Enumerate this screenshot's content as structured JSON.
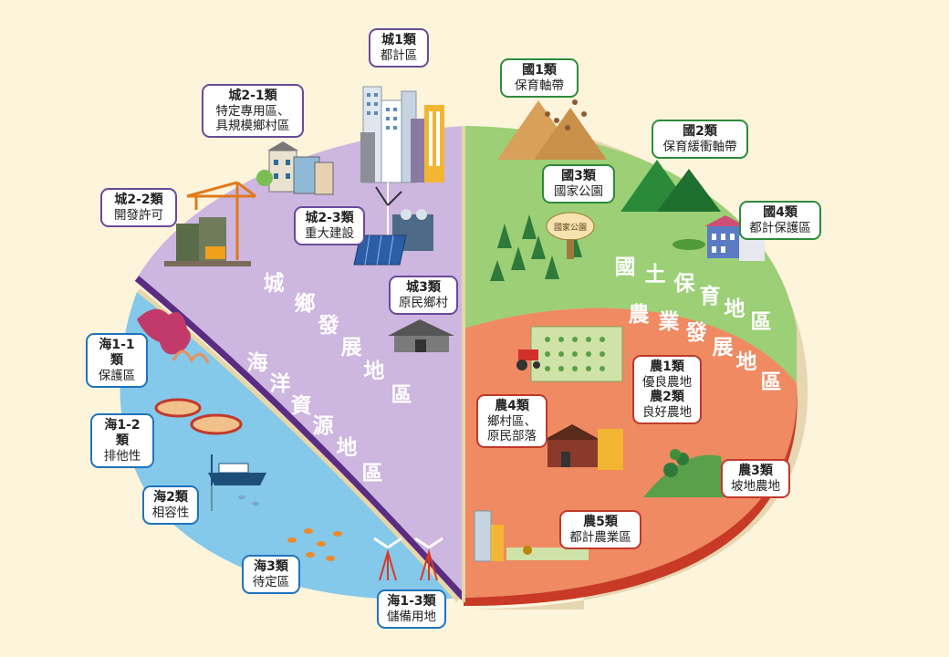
{
  "colors": {
    "background": "#fdf4dc",
    "urban": "#cdb6df",
    "conservation": "#9ccf76",
    "agriculture": "#ef8a62",
    "marine": "#84c8ea",
    "urban_border": "#6a4a9a",
    "conservation_border": "#2e8b3c",
    "agriculture_border": "#c0392b",
    "marine_border": "#1e73be"
  },
  "zones": {
    "urban": "城鄉發展地區",
    "conservation": "國土保育地區",
    "agriculture": "農業發展地區",
    "marine": "海洋資源地區"
  },
  "labels": {
    "city1": {
      "title": "城1類",
      "sub": "都計區"
    },
    "city2_1": {
      "title": "城2-1類",
      "sub": "特定專用區、",
      "sub2": "具規模鄉村區"
    },
    "city2_2": {
      "title": "城2-2類",
      "sub": "開發許可"
    },
    "city2_3": {
      "title": "城2-3類",
      "sub": "重大建設"
    },
    "city3": {
      "title": "城3類",
      "sub": "原民鄉村"
    },
    "nat1": {
      "title": "國1類",
      "sub": "保育軸帶"
    },
    "nat2": {
      "title": "國2類",
      "sub": "保育緩衝軸帶"
    },
    "nat3": {
      "title": "國3類",
      "sub": "國家公園"
    },
    "nat4": {
      "title": "國4類",
      "sub": "都計保護區"
    },
    "agri12": {
      "title": "農1類",
      "sub": "優良農地",
      "title2": "農2類",
      "sub2": "良好農地"
    },
    "agri3": {
      "title": "農3類",
      "sub": "坡地農地"
    },
    "agri4": {
      "title": "農4類",
      "sub": "鄉村區、",
      "sub2": "原民部落"
    },
    "agri5": {
      "title": "農5類",
      "sub": "都計農業區"
    },
    "sea1_1": {
      "title": "海1-1類",
      "sub": "保護區"
    },
    "sea1_2": {
      "title": "海1-2類",
      "sub": "排他性"
    },
    "sea1_3": {
      "title": "海1-3類",
      "sub": "儲備用地"
    },
    "sea2": {
      "title": "海2類",
      "sub": "相容性"
    },
    "sea3": {
      "title": "海3類",
      "sub": "待定區"
    }
  },
  "park_sign": "國家公園",
  "icons": [
    "city-buildings-icon",
    "houses-icon",
    "crane-icon",
    "power-plant-icon",
    "hut-icon",
    "mountain-icon",
    "tree-icon",
    "mansion-icon",
    "tractor-icon",
    "farmhouse-icon",
    "hill-farm-icon",
    "coral-icon",
    "fish-farm-icon",
    "ship-icon",
    "fish-icon",
    "wind-turbine-icon"
  ]
}
